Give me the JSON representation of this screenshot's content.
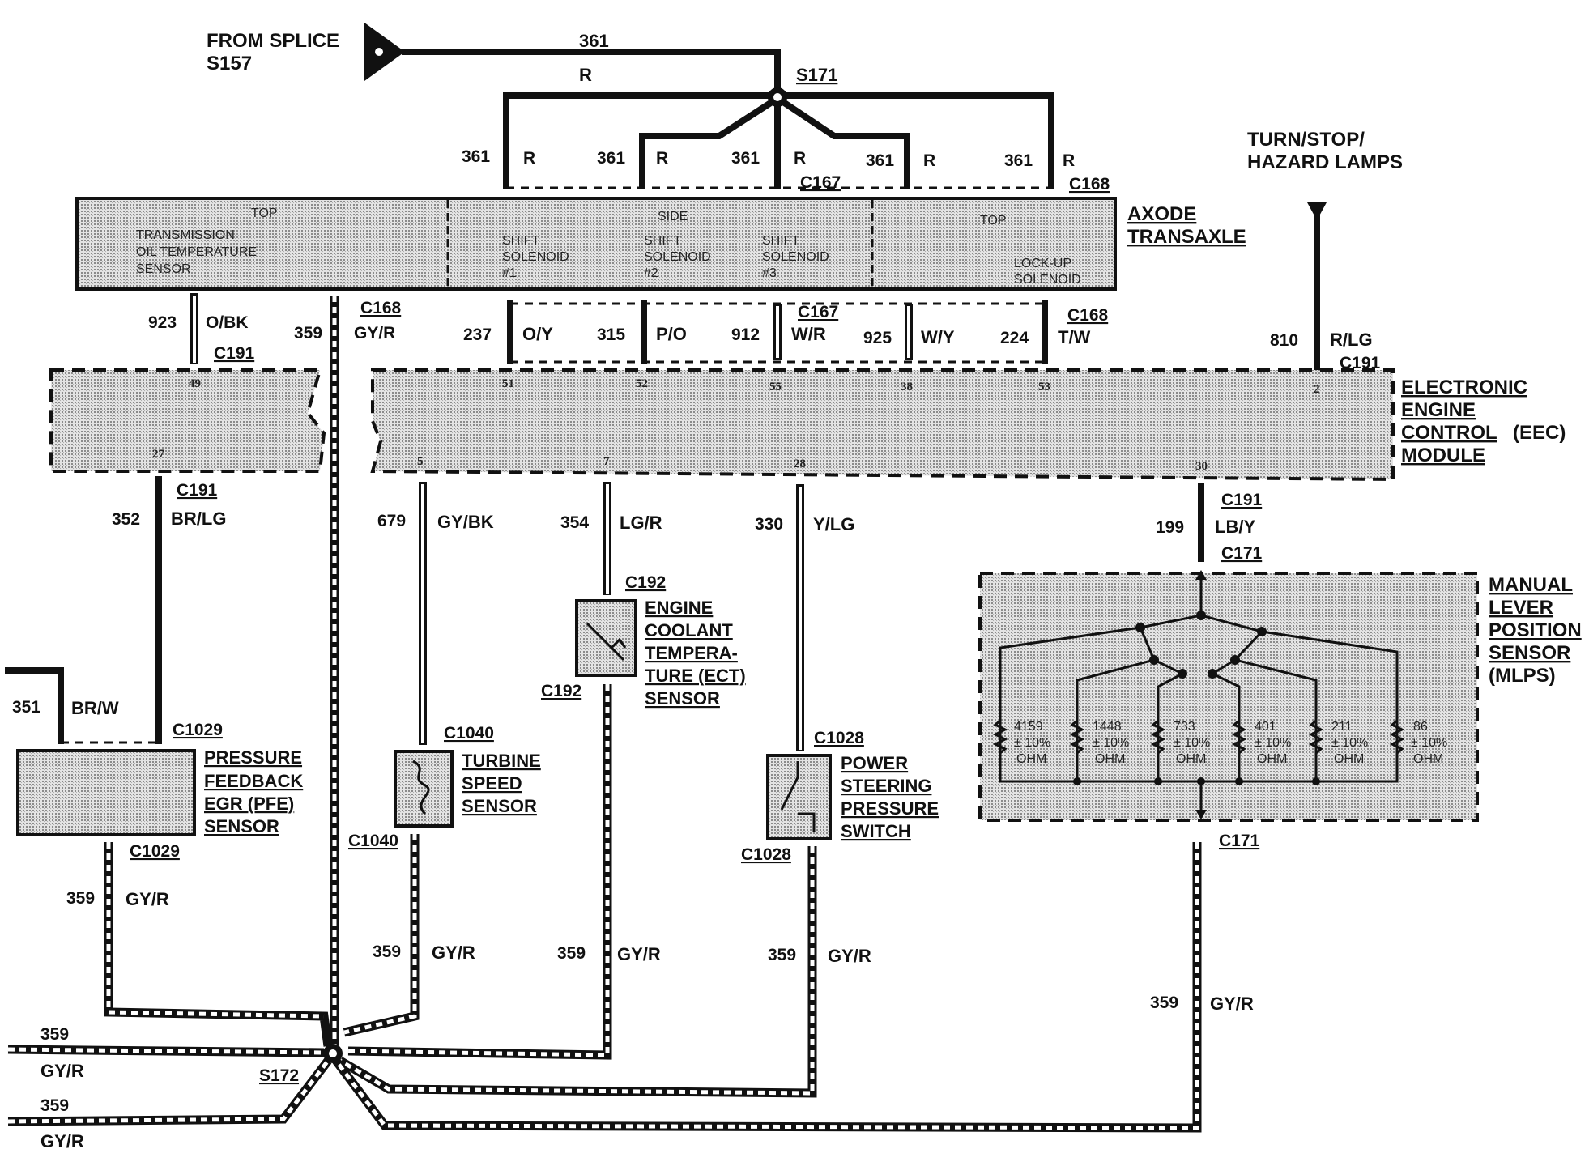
{
  "title_source": "FROM SPLICE",
  "title_source_id": "S157",
  "top_splice": "S171",
  "bottom_splice": "S172",
  "turn_lamps": "TURN/STOP/\nHAZARD LAMPS",
  "turn_lamps_line1": "TURN/STOP/",
  "turn_lamps_line2": "HAZARD LAMPS",
  "transaxle": {
    "name_line1": "AXODE",
    "name_line2": "TRANSAXLE",
    "sections": {
      "left_top": "TOP",
      "left_line1": "TRANSMISSION",
      "left_line2": "OIL TEMPERATURE",
      "left_line3": "SENSOR",
      "mid_side": "SIDE",
      "sol1_line1": "SHIFT",
      "sol1_line2": "SOLENOID",
      "sol1_line3": "#1",
      "sol2_line1": "SHIFT",
      "sol2_line2": "SOLENOID",
      "sol2_line3": "#2",
      "sol3_line1": "SHIFT",
      "sol3_line2": "SOLENOID",
      "sol3_line3": "#3",
      "right_top": "TOP",
      "lock_line1": "LOCK-UP",
      "lock_line2": "SOLENOID"
    }
  },
  "eec": {
    "line1": "ELECTRONIC",
    "line2": "ENGINE",
    "line3": "CONTROL",
    "line3b": "(EEC)",
    "line4": "MODULE",
    "pins": [
      "49",
      "27",
      "51",
      "52",
      "55",
      "38",
      "53",
      "2",
      "5",
      "7",
      "28",
      "30"
    ]
  },
  "top_feed": {
    "wire": "361",
    "color": "R",
    "branches": [
      {
        "wire": "361",
        "color": "R"
      },
      {
        "wire": "361",
        "color": "R"
      },
      {
        "wire": "361",
        "color": "R",
        "connector": "C167"
      },
      {
        "wire": "361",
        "color": "R"
      },
      {
        "wire": "361",
        "color": "R",
        "connector": "C168"
      }
    ]
  },
  "upper_wires": [
    {
      "wire": "923",
      "color": "O/BK",
      "connector": "C191"
    },
    {
      "wire": "359",
      "color": "GY/R",
      "connector": "C168"
    },
    {
      "wire": "237",
      "color": "O/Y"
    },
    {
      "wire": "315",
      "color": "P/O"
    },
    {
      "wire": "912",
      "color": "W/R",
      "connector": "C167"
    },
    {
      "wire": "925",
      "color": "W/Y"
    },
    {
      "wire": "224",
      "color": "T/W",
      "connector": "C168"
    },
    {
      "wire": "810",
      "color": "R/LG",
      "connector": "C191"
    }
  ],
  "lower_wires": [
    {
      "wire": "352",
      "color": "BR/LG",
      "connector": "C191"
    },
    {
      "wire": "679",
      "color": "GY/BK"
    },
    {
      "wire": "354",
      "color": "LG/R"
    },
    {
      "wire": "330",
      "color": "Y/LG"
    },
    {
      "wire": "199",
      "color": "LB/Y",
      "connector": "C191",
      "connector2": "C171"
    },
    {
      "wire": "351",
      "color": "BR/W"
    }
  ],
  "components": {
    "pfe": {
      "line1": "PRESSURE",
      "line2": "FEEDBACK",
      "line3": "EGR (PFE)",
      "line4": "SENSOR",
      "conn_top": "C1029",
      "conn_bottom": "C1029"
    },
    "tss": {
      "line1": "TURBINE",
      "line2": "SPEED",
      "line3": "SENSOR",
      "conn_top": "C1040",
      "conn_bottom": "C1040"
    },
    "ect": {
      "line1": "ENGINE",
      "line2": "COOLANT",
      "line3": "TEMPERA-",
      "line4": "TURE (ECT)",
      "line5": "SENSOR",
      "conn_top": "C192",
      "conn_bottom": "C192"
    },
    "ps": {
      "line1": "POWER",
      "line2": "STEERING",
      "line3": "PRESSURE",
      "line4": "SWITCH",
      "conn_top": "C1028",
      "conn_bottom": "C1028"
    },
    "mlps": {
      "line1": "MANUAL",
      "line2": "LEVER",
      "line3": "POSITION",
      "line4": "SENSOR",
      "line5": "(MLPS)",
      "conn_bottom": "C171",
      "resistors": [
        {
          "value": "4159",
          "tol": "± 10%",
          "unit": "OHM"
        },
        {
          "value": "1448",
          "tol": "± 10%",
          "unit": "OHM"
        },
        {
          "value": "733",
          "tol": "± 10%",
          "unit": "OHM"
        },
        {
          "value": "401",
          "tol": "± 10%",
          "unit": "OHM"
        },
        {
          "value": "211",
          "tol": "± 10%",
          "unit": "OHM"
        },
        {
          "value": "86",
          "tol": "± 10%",
          "unit": "OHM"
        }
      ]
    }
  },
  "ground_returns": [
    {
      "wire": "359",
      "color": "GY/R"
    },
    {
      "wire": "359",
      "color": "GY/R"
    },
    {
      "wire": "359",
      "color": "GY/R"
    },
    {
      "wire": "359",
      "color": "GY/R"
    },
    {
      "wire": "359",
      "color": "GY/R"
    }
  ],
  "left_exits": [
    {
      "wire": "359",
      "color": "GY/R"
    },
    {
      "wire": "359",
      "color": "GY/R"
    }
  ]
}
